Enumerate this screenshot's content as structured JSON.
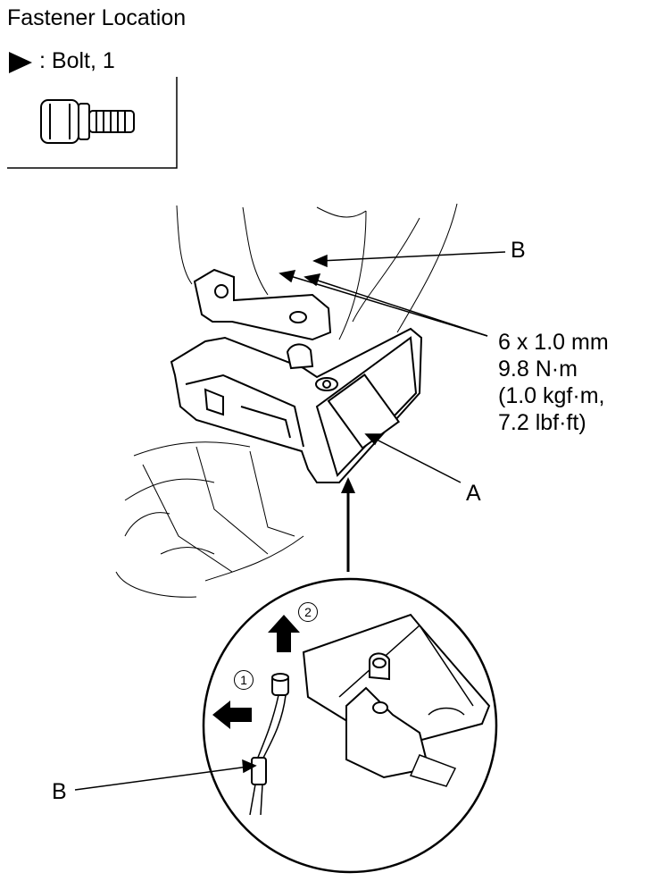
{
  "title": "Fastener Location",
  "legend": {
    "marker_icon": "bolt-marker-triangle-icon",
    "label": ": Bolt, 1"
  },
  "callouts": {
    "a": "A",
    "b_top": "B",
    "b_bottom": "B"
  },
  "torque_spec": [
    "6 x 1.0 mm",
    "9.8 N·m",
    "(1.0 kgf·m,",
    "7.2 lbf·ft)"
  ],
  "steps": [
    "1",
    "2"
  ]
}
